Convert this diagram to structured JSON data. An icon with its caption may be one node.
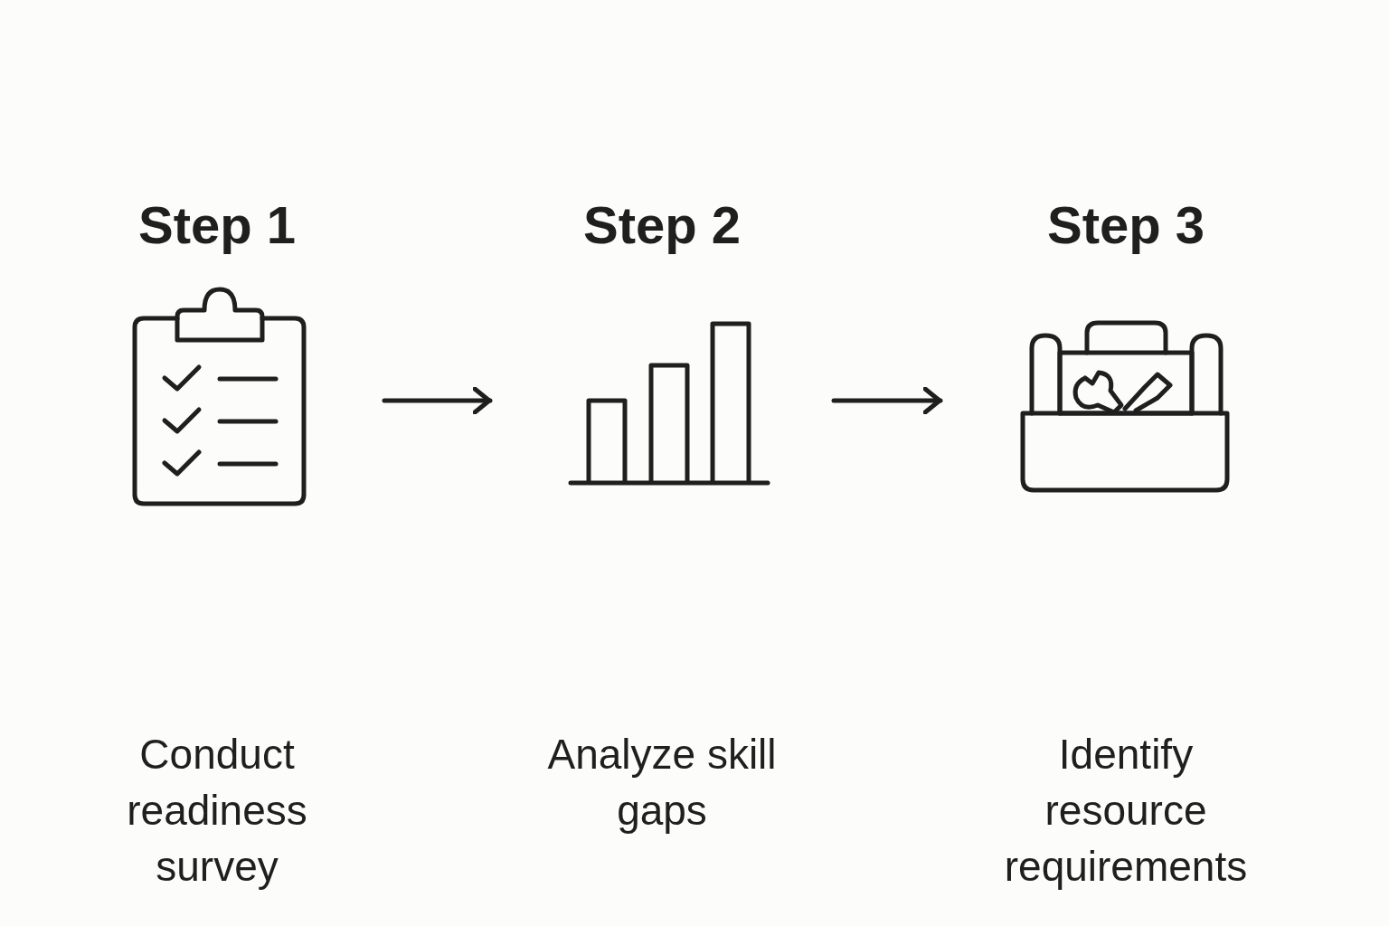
{
  "diagram": {
    "nodes": [
      {
        "text": [
          "Step 1",
          "Conduct readiness survey"
        ]
      },
      {
        "text": [
          "Step 2",
          "Analyze skill gaps"
        ]
      },
      {
        "text": [
          "Step 3",
          "Identify resource requirements"
        ]
      }
    ],
    "edges": [
      {
        "from": 0,
        "to": 1,
        "arrow": "to"
      },
      {
        "from": 1,
        "to": 2,
        "arrow": "to"
      }
    ]
  }
}
